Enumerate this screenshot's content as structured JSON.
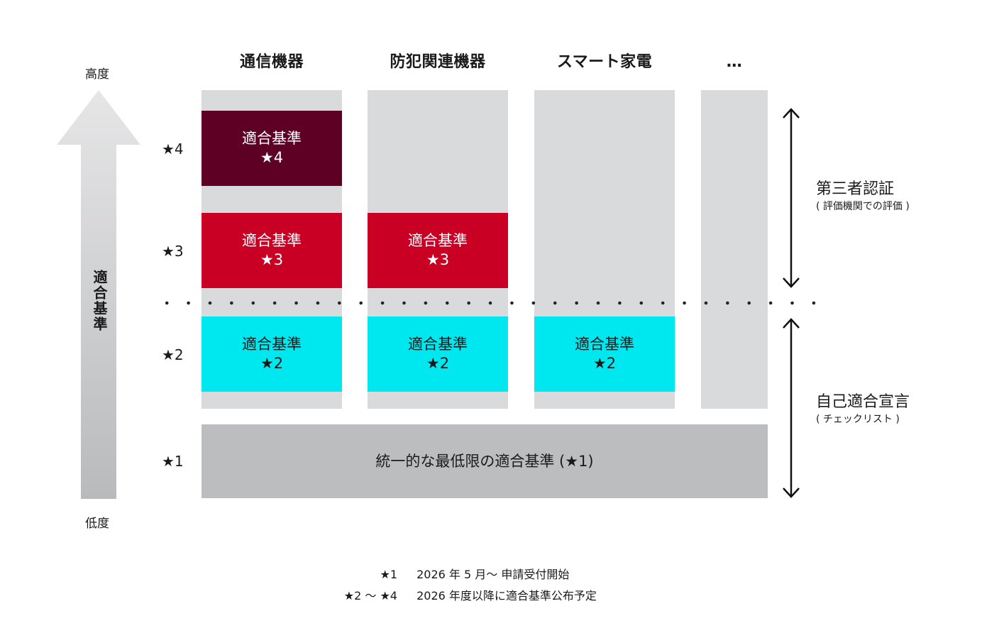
{
  "axis": {
    "top_label": "高度",
    "bottom_label": "低度",
    "arrow_label": "適合基準"
  },
  "columns": [
    {
      "title": "通信機器"
    },
    {
      "title": "防犯関連機器"
    },
    {
      "title": "スマート家電"
    },
    {
      "title": "…"
    }
  ],
  "star_levels": [
    "★4",
    "★3",
    "★2",
    "★1"
  ],
  "blocks": {
    "comm_l4": {
      "line1": "適合基準",
      "line2": "★4"
    },
    "comm_l3": {
      "line1": "適合基準",
      "line2": "★3"
    },
    "security_l3": {
      "line1": "適合基準",
      "line2": "★3"
    },
    "comm_l2": {
      "line1": "適合基準",
      "line2": "★2"
    },
    "security_l2": {
      "line1": "適合基準",
      "line2": "★2"
    },
    "smart_l2": {
      "line1": "適合基準",
      "line2": "★2"
    }
  },
  "base_bar": {
    "label": "統一的な最低限の適合基準 (★1)"
  },
  "right": {
    "upper_title": "第三者認証",
    "upper_sub": "( 評価機関での評価 )",
    "lower_title": "自己適合宣言",
    "lower_sub": "( チェックリスト )"
  },
  "legend": [
    {
      "key": "★1",
      "text": "2026 年 5 月〜 申請受付開始"
    },
    {
      "key": "★2 〜 ★4",
      "text": "2026 年度以降に適合基準公布予定"
    }
  ],
  "colors": {
    "level4": "#5e0024",
    "level3": "#c90024",
    "level2": "#00e8ef",
    "column_bg": "#d9dadb",
    "base_bar": "#bcbdbf"
  }
}
